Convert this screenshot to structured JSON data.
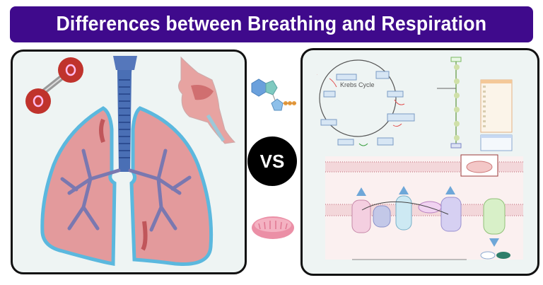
{
  "header": {
    "title": "Differences between Breathing and Respiration",
    "background_color": "#3f0a8c",
    "text_color": "#ffffff"
  },
  "left_panel": {
    "subject": "Breathing",
    "illustrations": [
      "oxygen-molecule-icon",
      "trachea-lungs-illustration",
      "nasal-cavity-illustration"
    ],
    "colors": {
      "lung": "#e39a9c",
      "pleura": "#5bb8de",
      "trachea": "#4a6fb5",
      "bronchi": "#7a78b0",
      "oxygen": "#c0332c"
    }
  },
  "center": {
    "vs_label": "VS",
    "icons": [
      "glucose-atp-molecule-icon",
      "mitochondrion-icon"
    ]
  },
  "right_panel": {
    "subject": "Respiration",
    "krebs_cycle_label": "Krebs Cycle",
    "diagrams": [
      "krebs-cycle-diagram",
      "glycolysis-pathway-diagram",
      "legend-box",
      "electron-transport-chain-diagram"
    ]
  }
}
